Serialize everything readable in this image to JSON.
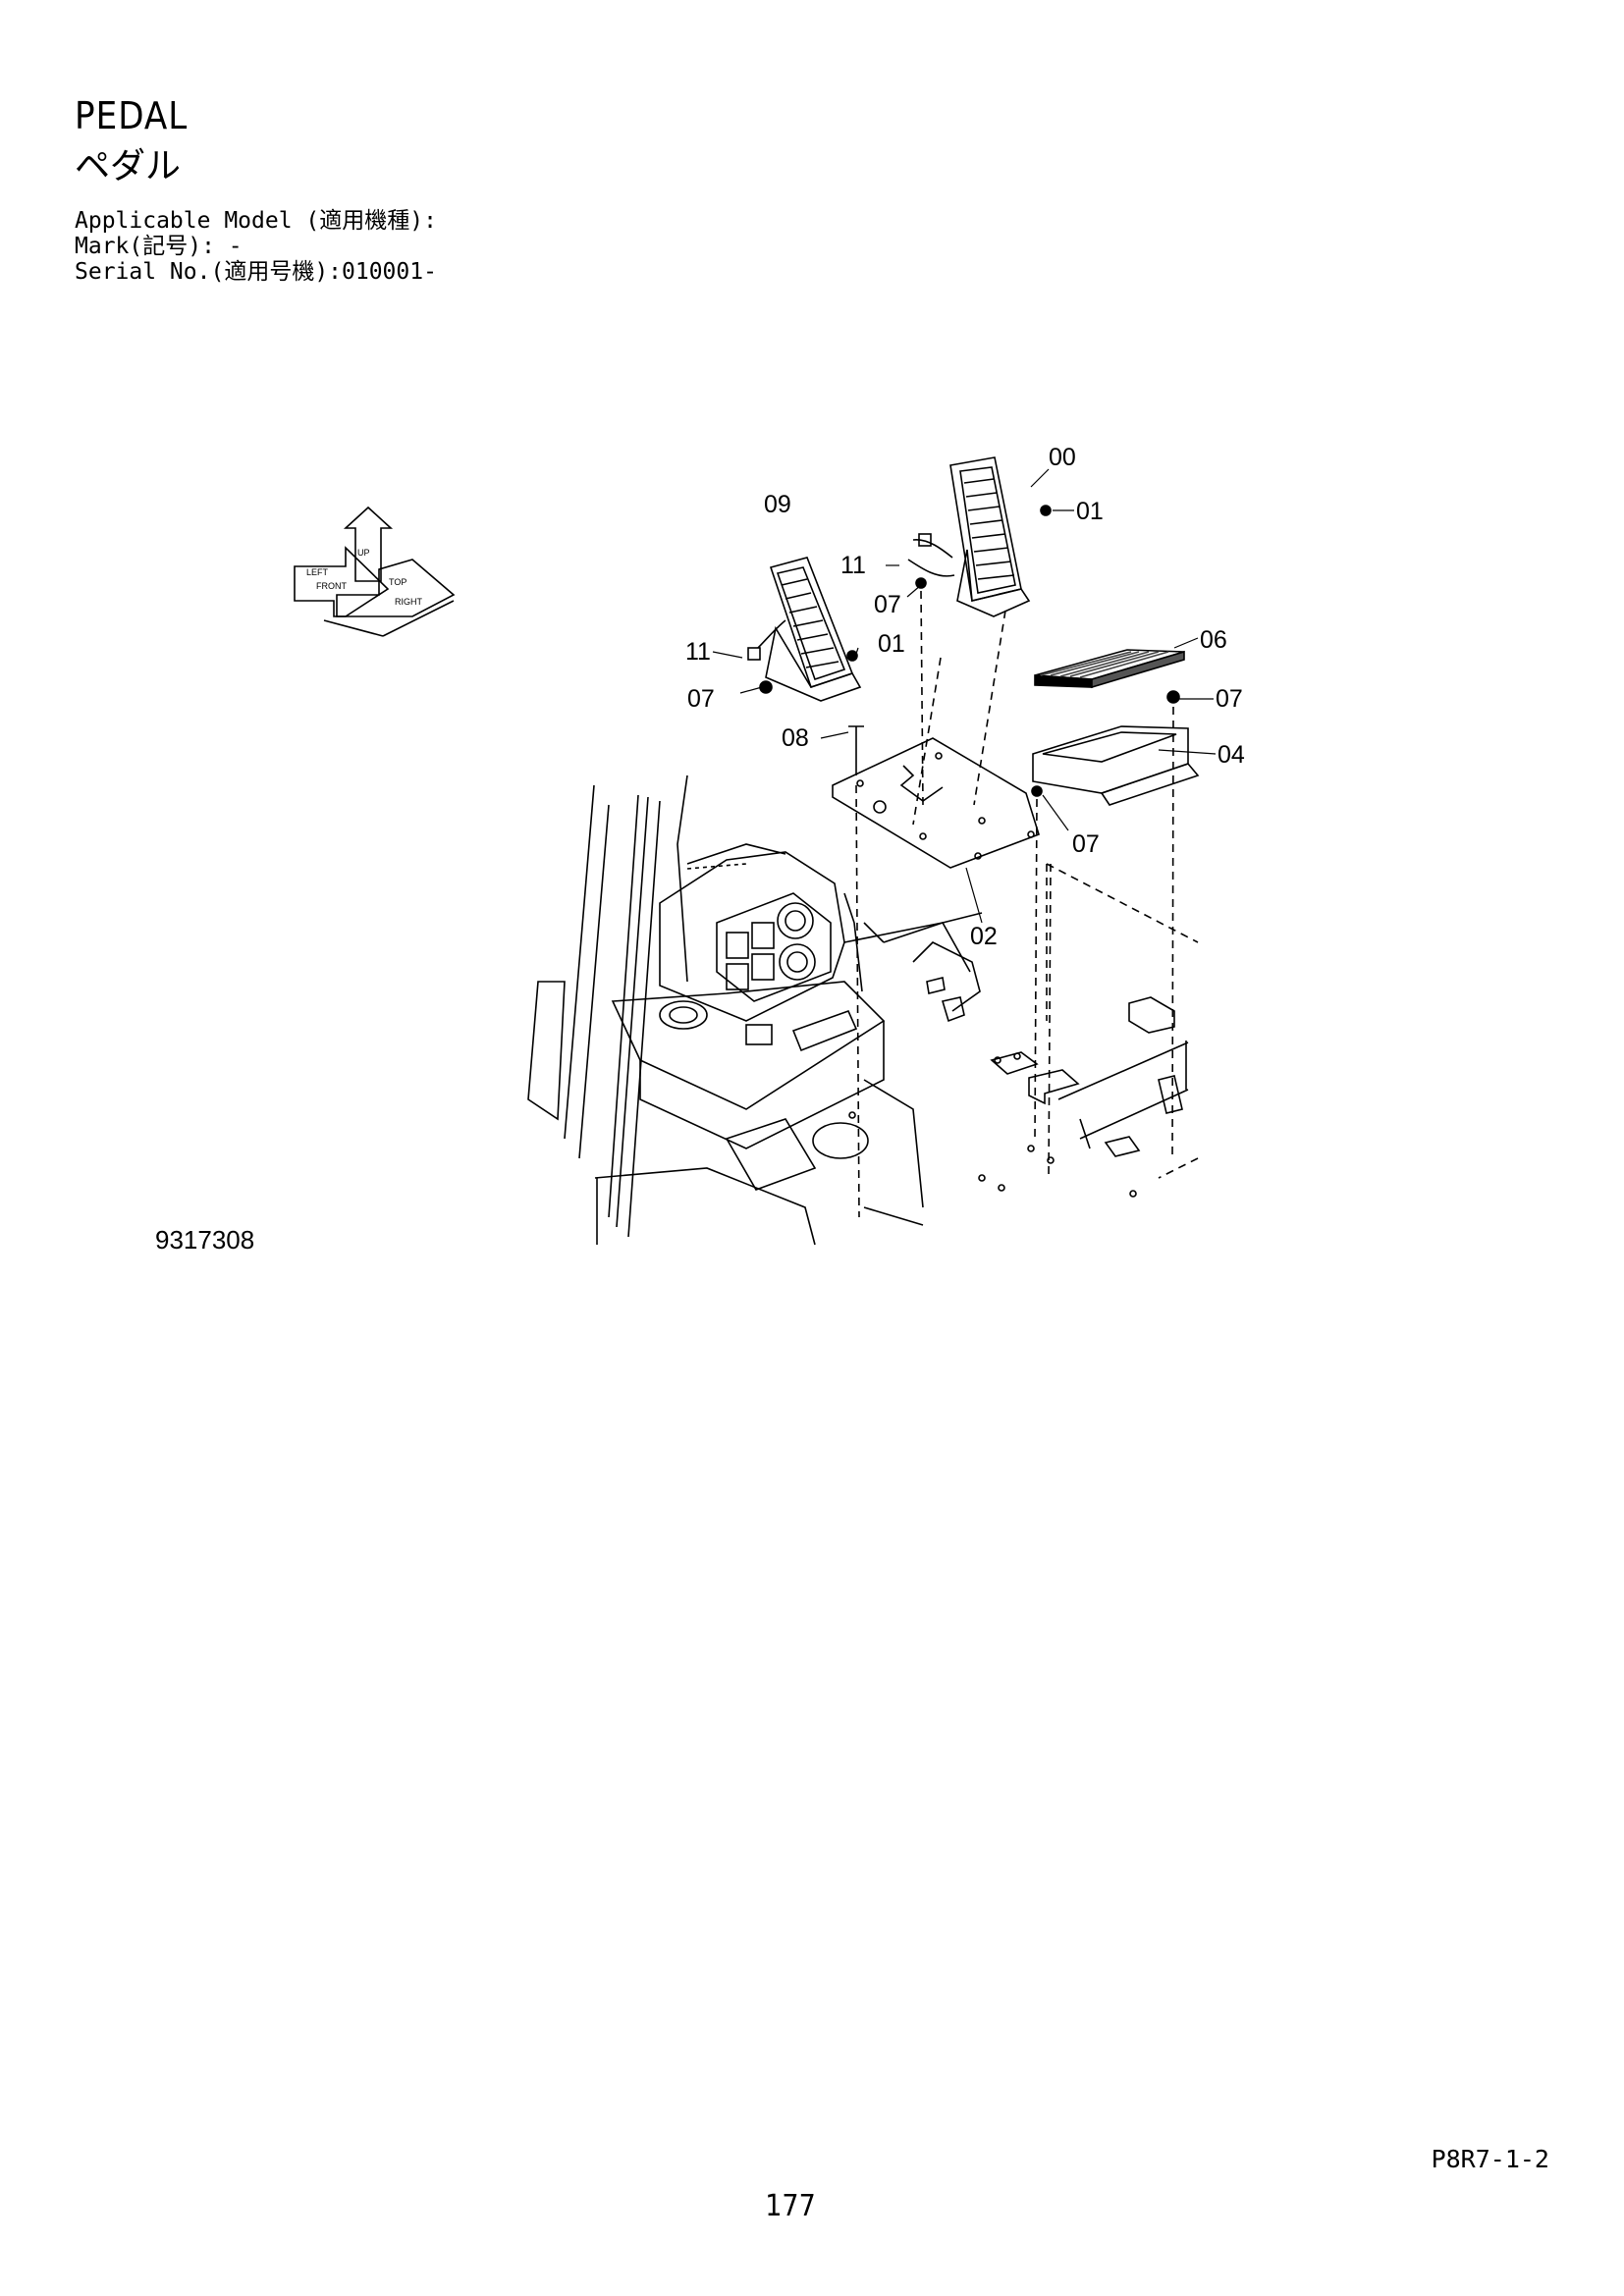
{
  "header": {
    "title_en": "PEDAL",
    "title_jp": "ペダル",
    "applicable_model": "Applicable Model (適用機種):",
    "mark": "Mark(記号): -",
    "serial_no": "Serial No.(適用号機):010001-"
  },
  "direction_indicator": {
    "up": "UP",
    "top": "TOP",
    "front": "FRONT",
    "right": "RIGHT",
    "left": "LEFT"
  },
  "callouts": [
    "00",
    "01",
    "09",
    "11",
    "07",
    "01",
    "06",
    "11",
    "07",
    "07",
    "08",
    "04",
    "07",
    "02"
  ],
  "figure_number": "9317308",
  "page_ref": "P8R7-1-2",
  "page_number": "177",
  "colors": {
    "ink": "#000000",
    "paper": "#ffffff"
  }
}
